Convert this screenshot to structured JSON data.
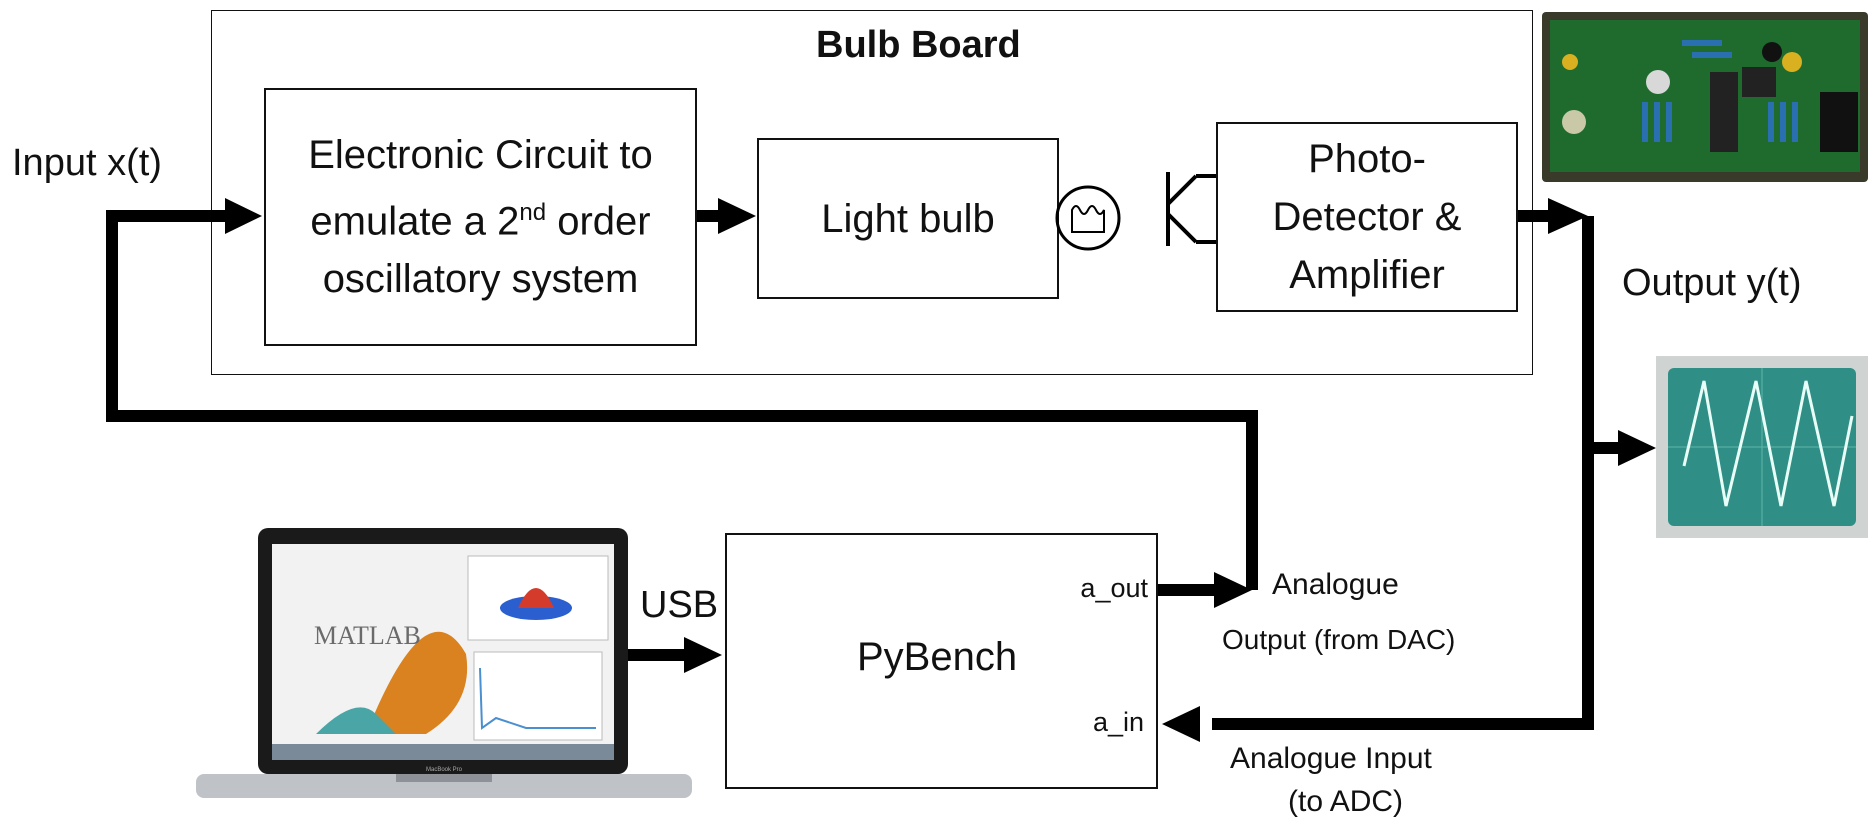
{
  "board": {
    "title": "Bulb Board"
  },
  "blocks": {
    "circuit": {
      "line1": "Electronic Circuit to",
      "line2a": "emulate a 2",
      "line2sup": "nd",
      "line2b": " order",
      "line3": "oscillatory system"
    },
    "bulb": {
      "label": "Light bulb"
    },
    "detector": {
      "line1": "Photo-",
      "line2": "Detector &",
      "line3": "Amplifier"
    },
    "pybench": {
      "label": "PyBench",
      "port_out": "a_out",
      "port_in": "a_in"
    }
  },
  "labels": {
    "input": "Input x(t)",
    "output": "Output y(t)",
    "usb": "USB",
    "analogue_out_1": "Analogue",
    "analogue_out_2": "Output (from DAC)",
    "analogue_in_1": "Analogue  Input",
    "analogue_in_2": "(to ADC)",
    "matlab": "MATLAB",
    "laptop_model": "MacBook Pro"
  },
  "colors": {
    "line": "#000000",
    "pcb_green": "#1f6b2e",
    "scope_screen": "#2f8f86",
    "scope_trace": "#e8fff8",
    "matlab_peak": "#d9821f"
  }
}
